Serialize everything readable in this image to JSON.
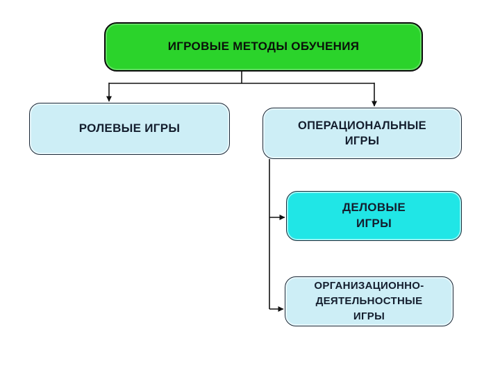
{
  "diagram": {
    "type": "flowchart",
    "language": "ru",
    "nodes": {
      "root": {
        "label": "ИГРОВЫЕ МЕТОДЫ ОБУЧЕНИЯ"
      },
      "role": {
        "label": "РОЛЕВЫЕ ИГРЫ"
      },
      "operational": {
        "label": "ОПЕРАЦИОНАЛЬНЫЕ ИГРЫ",
        "lines": [
          "ОПЕРАЦИОНАЛЬНЫЕ",
          "ИГРЫ"
        ]
      },
      "business": {
        "label": "ДЕЛОВЫЕ ИГРЫ",
        "lines": [
          "ДЕЛОВЫЕ",
          "ИГРЫ"
        ]
      },
      "org": {
        "label": "ОРГАНИЗАЦИОННО-ДЕЯТЕЛЬНОСТНЫЕ ИГРЫ",
        "lines": [
          "ОРГАНИЗАЦИОННО-",
          "ДЕЯТЕЛЬНОСТНЫЕ",
          "ИГРЫ"
        ]
      }
    },
    "edges": [
      {
        "from": "root",
        "to": "role",
        "style": "elbow-arrow"
      },
      {
        "from": "root",
        "to": "operational",
        "style": "elbow-arrow"
      },
      {
        "from": "operational",
        "to": "business",
        "style": "elbow-arrow"
      },
      {
        "from": "operational",
        "to": "org",
        "style": "elbow-arrow"
      }
    ],
    "colors": {
      "root_fill": "#2bd32b",
      "child_fill_light": "#cdeef6",
      "business_fill_cyan": "#20e6e6",
      "border_dark": "#1c2836",
      "root_border": "#0b0b0b",
      "text_dark_navy": "#141e2e",
      "text_black": "#0a120a",
      "connector": "#111111",
      "background": "#ffffff"
    }
  }
}
